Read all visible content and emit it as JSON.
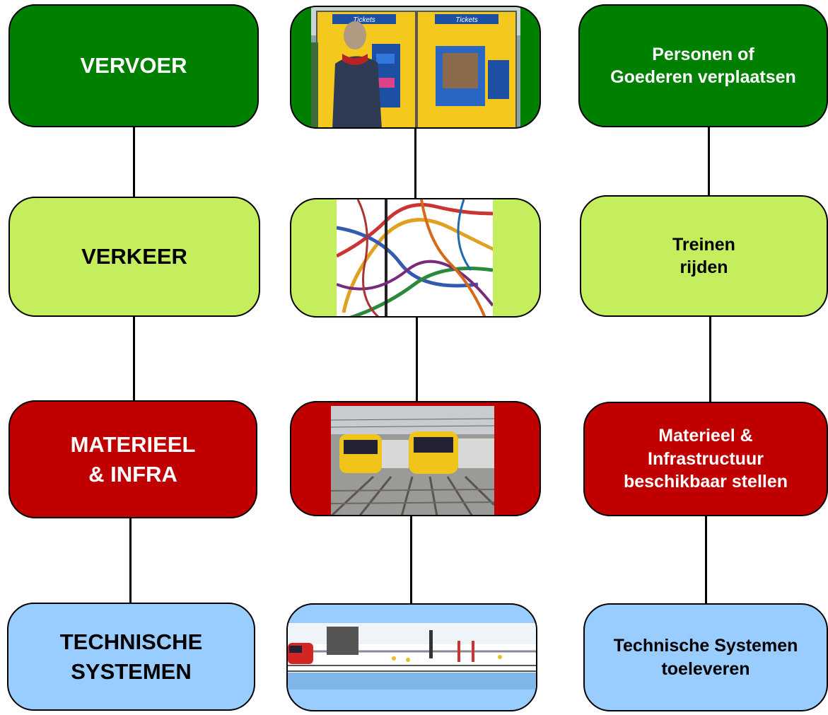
{
  "levels": [
    {
      "key": "vervoer",
      "left_label": "VERVOER",
      "right_label": "Personen of\nGoederen verplaatsen",
      "color": "#008000",
      "picture": "ticket-machines-photo"
    },
    {
      "key": "verkeer",
      "left_label": "VERKEER",
      "right_label": "Treinen\nrijden",
      "color": "#c4ee5e",
      "picture": "rail-network-map"
    },
    {
      "key": "materieel",
      "left_label": "MATERIEEL\n&  INFRA",
      "right_label": "Materieel  &\nInfrastructuur\nbeschikbaar stellen",
      "color": "#c00000",
      "picture": "trains-on-tracks-photo"
    },
    {
      "key": "tech",
      "left_label": "TECHNISCHE\nSYSTEMEN",
      "right_label": "Technische Systemen\ntoeleveren",
      "color": "#99ccff",
      "picture": "railway-systems-illustration"
    }
  ],
  "connector_color": "#000000"
}
